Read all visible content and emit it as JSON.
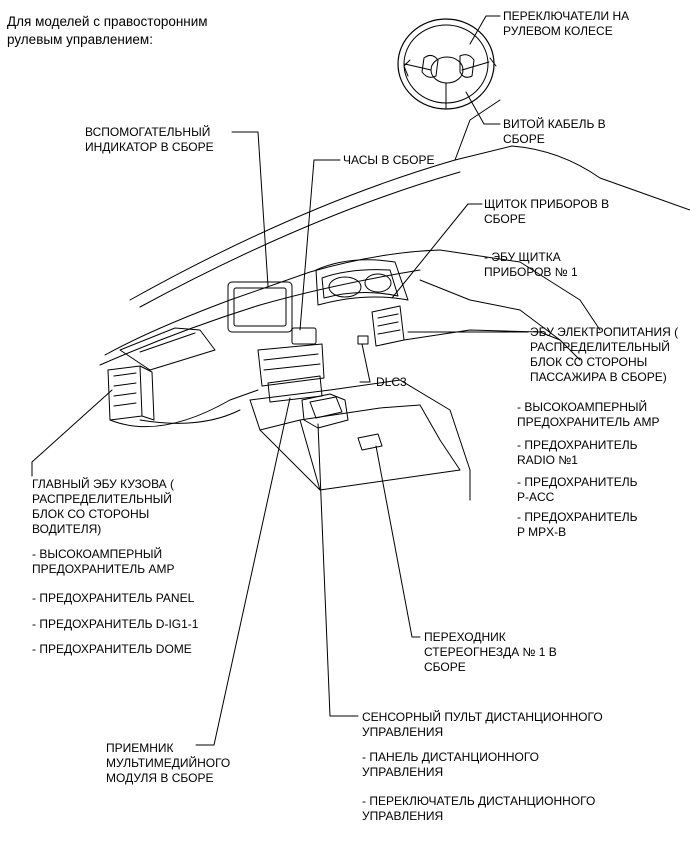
{
  "header": "Для моделей с правосторонним\nрулевым управлением:",
  "labels": {
    "steering_switches": "ПЕРЕКЛЮЧАТЕЛИ НА\nРУЛЕВОМ КОЛЕСЕ",
    "spiral_cable": "ВИТОЙ КАБЕЛЬ В\nСБОРЕ",
    "aux_indicator": "ВСПОМОГАТЕЛЬНЫЙ\nИНДИКАТОР В СБОРЕ",
    "clock": "ЧАСЫ В СБОРЕ",
    "combination_meter": "ЩИТОК ПРИБОРОВ В\nСБОРЕ",
    "meter_ecu": "- ЭБУ ЩИТКА\nПРИБОРОВ № 1",
    "power_ecu": "ЭБУ ЭЛЕКТРОПИТАНИЯ (\nРАСПРЕДЕЛИТЕЛЬНЫЙ\nБЛОК СО СТОРОНЫ\nПАССАЖИРА В СБОРЕ)",
    "dlc3": "DLC3",
    "right_fuses": [
      "- ВЫСОКОАМПЕРНЫЙ\nПРЕДОХРАНИТЕЛЬ AMP",
      "- ПРЕДОХРАНИТЕЛЬ\nRADIO №1",
      "- ПРЕДОХРАНИТЕЛЬ\nP-ACC",
      "- ПРЕДОХРАНИТЕЛЬ\nP MPX-B"
    ],
    "main_body_ecu": "ГЛАВНЫЙ ЭБУ КУЗОВА (\nРАСПРЕДЕЛИТЕЛЬНЫЙ\nБЛОК СО СТОРОНЫ\nВОДИТЕЛЯ)",
    "left_fuses": [
      "- ВЫСОКОАМПЕРНЫЙ\nПРЕДОХРАНИТЕЛЬ AMP",
      "- ПРЕДОХРАНИТЕЛЬ PANEL",
      "- ПРЕДОХРАНИТЕЛЬ D-IG1-1",
      "- ПРЕДОХРАНИТЕЛЬ DOME"
    ],
    "stereo_jack": "ПЕРЕХОДНИК\nСТЕРЕОГНЕЗДА № 1 В\nСБОРЕ",
    "remote_touch": "СЕНСОРНЫЙ ПУЛЬТ ДИСТАНЦИОННОГО\nУПРАВЛЕНИЯ",
    "remote_items": [
      "- ПАНЕЛЬ ДИСТАНЦИОННОГО\nУПРАВЛЕНИЯ",
      "- ПЕРЕКЛЮЧАТЕЛЬ ДИСТАНЦИОННОГО\nУПРАВЛЕНИЯ"
    ],
    "multimedia_receiver": "ПРИЕМНИК\nМУЛЬТИМЕДИЙНОГО\nМОДУЛЯ В СБОРЕ"
  }
}
